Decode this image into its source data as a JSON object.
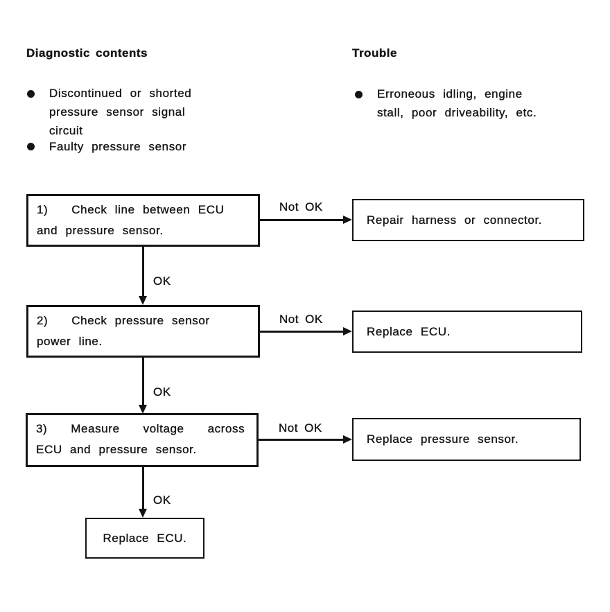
{
  "page": {
    "background_color": "#ffffff",
    "ink_color": "#141414"
  },
  "headings": {
    "diagnostic_contents": "Diagnostic contents",
    "trouble": "Trouble"
  },
  "diagnostic_contents": {
    "items": [
      {
        "lines": [
          "Discontinued or shorted",
          "pressure sensor signal",
          "circuit"
        ]
      },
      {
        "lines": [
          "Faulty pressure sensor"
        ]
      }
    ]
  },
  "trouble": {
    "items": [
      {
        "lines": [
          "Erroneous idling, engine",
          "stall, poor driveability, etc."
        ]
      }
    ]
  },
  "flowchart": {
    "steps": [
      {
        "box_lines": [
          "1)   Check line between ECU",
          "and pressure sensor."
        ],
        "fail_label": "Not OK",
        "fail_action": "Repair harness or connector.",
        "pass_label": "OK"
      },
      {
        "box_lines": [
          "2)   Check pressure sensor",
          "power line."
        ],
        "fail_label": "Not OK",
        "fail_action": "Replace ECU.",
        "pass_label": "OK"
      },
      {
        "box_lines": [
          "3)   Measure   voltage   across",
          "ECU and pressure sensor."
        ],
        "fail_label": "Not OK",
        "fail_action": "Replace pressure sensor.",
        "pass_label": "OK"
      }
    ],
    "final_action": "Replace ECU."
  }
}
